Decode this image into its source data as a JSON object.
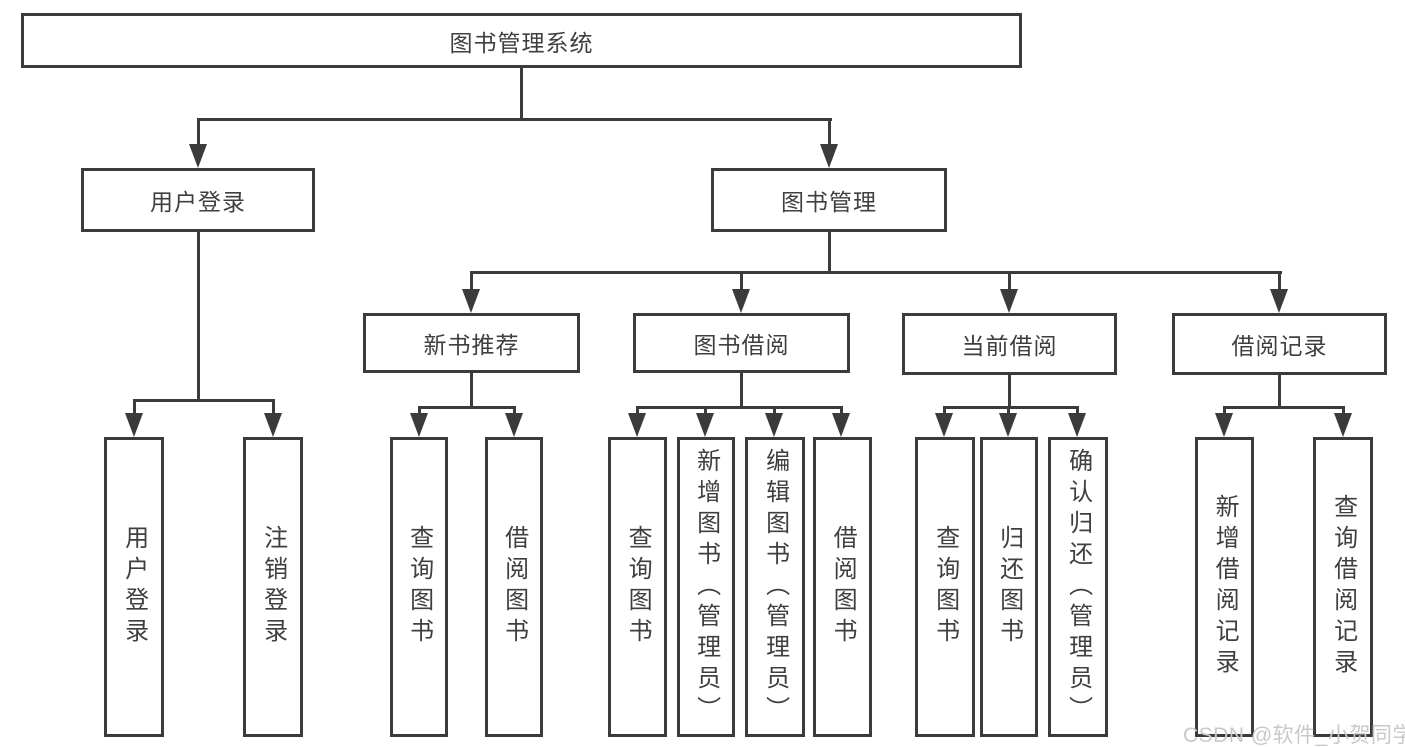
{
  "colors": {
    "line": "#3b3b3b",
    "box_border": "#3b3b3b",
    "text": "#3f3f3f",
    "box_fill": "#ffffff",
    "watermark": "#c9c9c9",
    "background": "#ffffff"
  },
  "root": {
    "label": "图书管理系统"
  },
  "branches": [
    {
      "label": "用户登录",
      "children": [
        {
          "label": "用户登录"
        },
        {
          "label": "注销登录"
        }
      ]
    },
    {
      "label": "图书管理",
      "sections": [
        {
          "label": "新书推荐",
          "children": [
            {
              "label": "查询图书"
            },
            {
              "label": "借阅图书"
            }
          ]
        },
        {
          "label": "图书借阅",
          "children": [
            {
              "label": "查询图书"
            },
            {
              "label": "新增图书（管理员）"
            },
            {
              "label": "编辑图书（管理员）"
            },
            {
              "label": "借阅图书"
            }
          ]
        },
        {
          "label": "当前借阅",
          "children": [
            {
              "label": "查询图书"
            },
            {
              "label": "归还图书"
            },
            {
              "label": "确认归还（管理员）"
            }
          ]
        },
        {
          "label": "借阅记录",
          "children": [
            {
              "label": "新增借阅记录"
            },
            {
              "label": "查询借阅记录"
            }
          ]
        }
      ]
    }
  ],
  "watermark": {
    "text": "CSDN @软件_小贺同学"
  }
}
